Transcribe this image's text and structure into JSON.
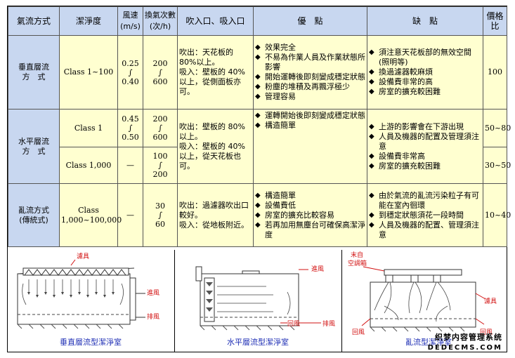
{
  "headers": {
    "airflow": "氣流方式",
    "cleanliness": "潔淨度",
    "speed_line1": "風速",
    "speed_line2": "(m/s)",
    "ach_line1": "換氣次數",
    "ach_line2": "(次/h)",
    "inlet_outlet": "吹入口、吸入口",
    "advantages": "優　點",
    "disadvantages": "缺　點",
    "price_ratio": "價格比"
  },
  "rows": {
    "vertical": {
      "method_line1": "垂直層流",
      "method_line2": "方　式",
      "class": "Class 1~100",
      "speed_top": "0.25",
      "speed_sym": "∫",
      "speed_bottom": "0.40",
      "ach_top": "200",
      "ach_sym": "∫",
      "ach_bottom": "600",
      "inlet": "吹出：天花板的 80%以上。",
      "outlet": "吸入：壁板的 40%以上，從側面板亦可。",
      "advantages": [
        "效果完全",
        "不易為作業人員及作業狀態所影響",
        "開始運轉後即刻變成穩定狀態",
        "粉塵的堆積及再飄浮極少",
        "管理容易"
      ],
      "disadvantages": [
        "須注意天花板部的無效空間(照明等)",
        "換過濾器較麻煩",
        "設備費非常的高",
        "房室的擴充較困難"
      ],
      "price": "100"
    },
    "horizontal": {
      "method_line1": "水平層流",
      "method_line2": "方　式",
      "class_a": "Class 1",
      "speed_a_top": "0.45",
      "speed_a_sym": "∫",
      "speed_a_bottom": "0.50",
      "ach_a_top": "200",
      "ach_a_sym": "∫",
      "ach_a_bottom": "600",
      "class_b": "Class 1,000",
      "speed_b": "—",
      "ach_b_top": "100",
      "ach_b_sym": "∫",
      "ach_b_bottom": "200",
      "inlet": "吹出：壁板的 80%以上。",
      "outlet": "吸入：壁板的 40%以上，從天花板也可。",
      "advantages": [
        "運轉開始後即刻變成穩定狀態",
        "構造簡單"
      ],
      "disadvantages": [
        "上游的影響會在下游出現",
        "人員及機器的配置及管理須注意",
        "設備費非常高",
        "房室的擴充較困難"
      ],
      "price_a": "50~80",
      "price_b": "30~50"
    },
    "turbulent": {
      "method_line1": "亂流方式",
      "method_line2": "(傳統式)",
      "class_line1": "Class",
      "class_line2": "1,000~100,000",
      "speed": "—",
      "ach_top": "30",
      "ach_sym": "∫",
      "ach_bottom": "60",
      "inlet": "吹出：過濾器吹出口較好。",
      "outlet": "吸入：從地板附近。",
      "advantages": [
        "構造簡單",
        "設備費低",
        "房室的擴充比較容易",
        "若再加用無塵台可確保高潔淨度"
      ],
      "disadvantages": [
        "由於氣流的亂流污染粒子有可能在室內徊環",
        "到穩定狀態須花一段時間",
        "人員及機器的配置、管理須注意"
      ],
      "price": "10~40"
    }
  },
  "diagrams": {
    "vertical": {
      "caption": "垂直層流型潔淨室",
      "label_filter": "濾具",
      "label_inlet": "進風",
      "label_exhaust": "排風"
    },
    "horizontal": {
      "caption": "水平層流型潔淨室",
      "label_inlet": "進風",
      "label_return": "回風",
      "label_exhaust": "排風"
    },
    "turbulent": {
      "caption": "亂流型潔淨室",
      "label_filter_line1": "末自",
      "label_filter_line2": "空調箱",
      "label_filter": "濾具",
      "label_return_left": "回風",
      "label_return_right": "回風"
    }
  },
  "watermark": {
    "line1": "织梦内容管理系统",
    "line2": "DEDECMS.COM"
  },
  "colors": {
    "header_bg": "#c8d7f0",
    "cell_bg": "#ffffd0",
    "caption": "#1f2fb5",
    "diagram_label": "#d21010"
  }
}
